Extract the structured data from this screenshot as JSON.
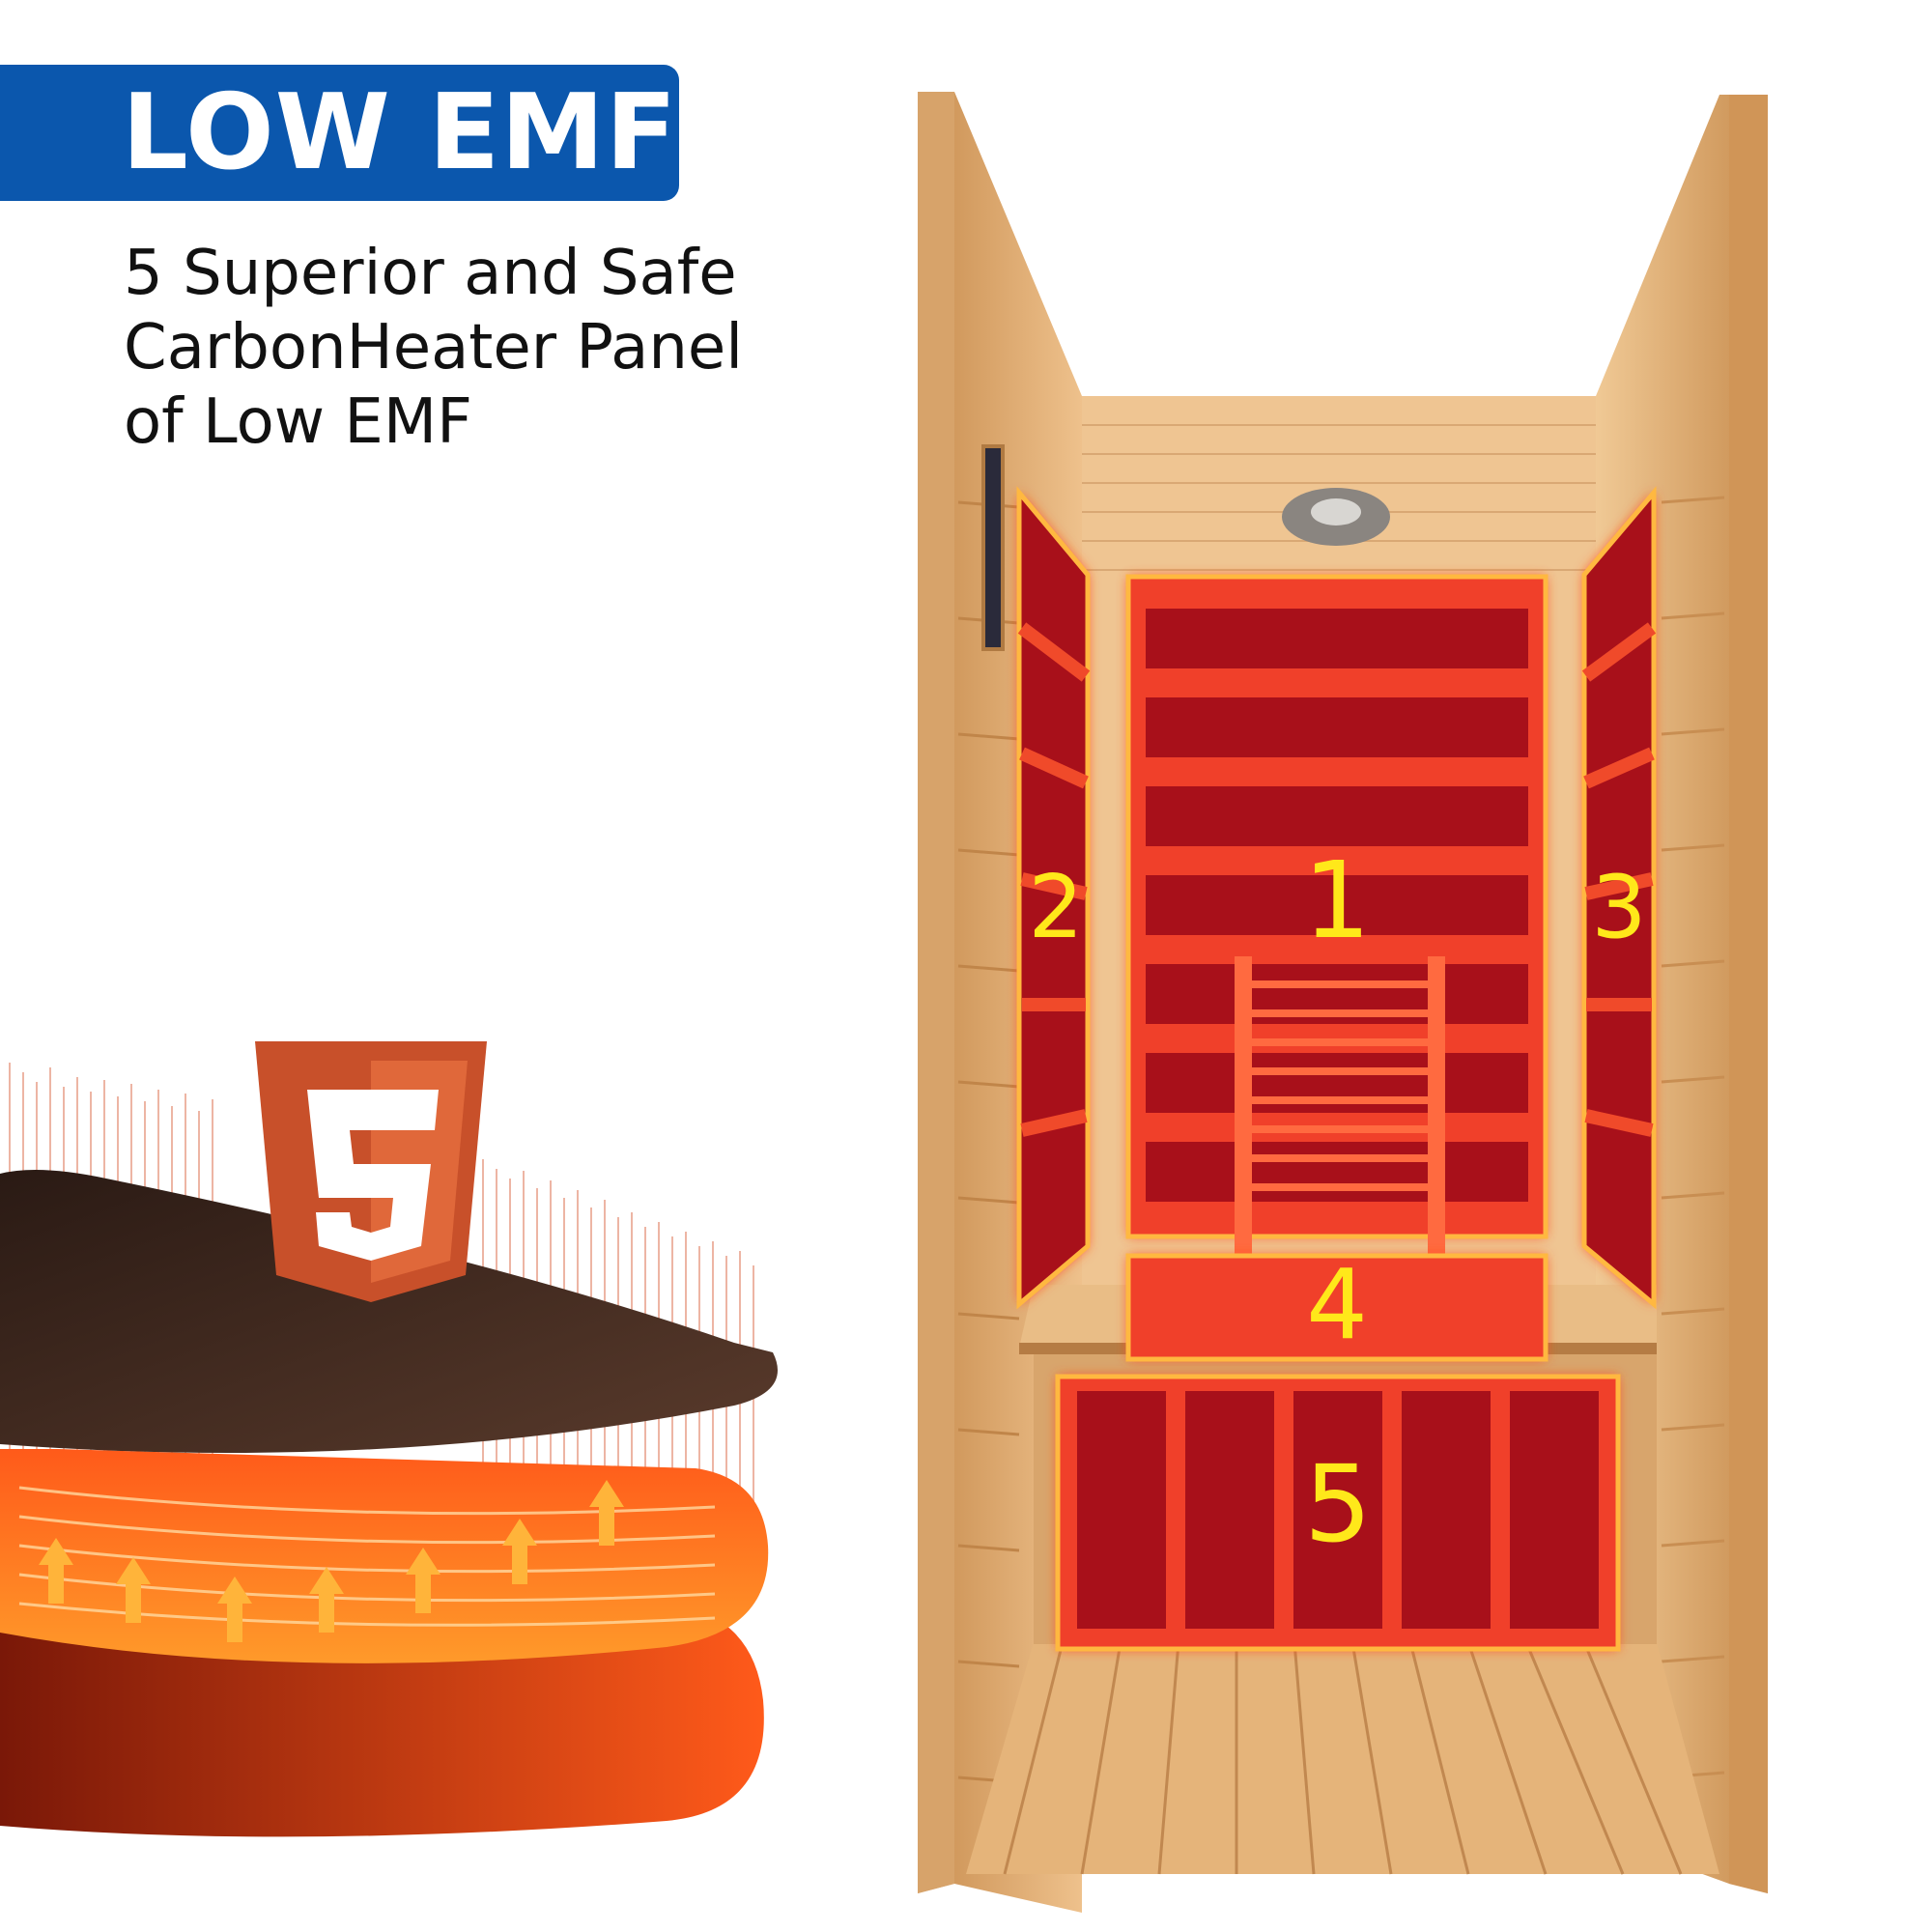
{
  "badge": {
    "label": "LOW EMF"
  },
  "headline": {
    "lines": [
      "5 Superior and Safe",
      "CarbonHeater Panel",
      "of Low EMF"
    ]
  },
  "logo": {
    "icon": "html5-shield-icon",
    "digit": "5"
  },
  "zones": [
    {
      "id": "1",
      "name": "back-panel"
    },
    {
      "id": "2",
      "name": "left-panel"
    },
    {
      "id": "3",
      "name": "right-panel"
    },
    {
      "id": "4",
      "name": "seat-panel"
    },
    {
      "id": "5",
      "name": "lower-front-panel"
    }
  ],
  "colors": {
    "badge_blue": "#0b57ad",
    "heater_red": "#a8101a",
    "heater_glow": "#ff6a1a",
    "zone_label": "#ffe81a",
    "wood": "#e3b37a",
    "logo_orange": "#c8502a"
  }
}
